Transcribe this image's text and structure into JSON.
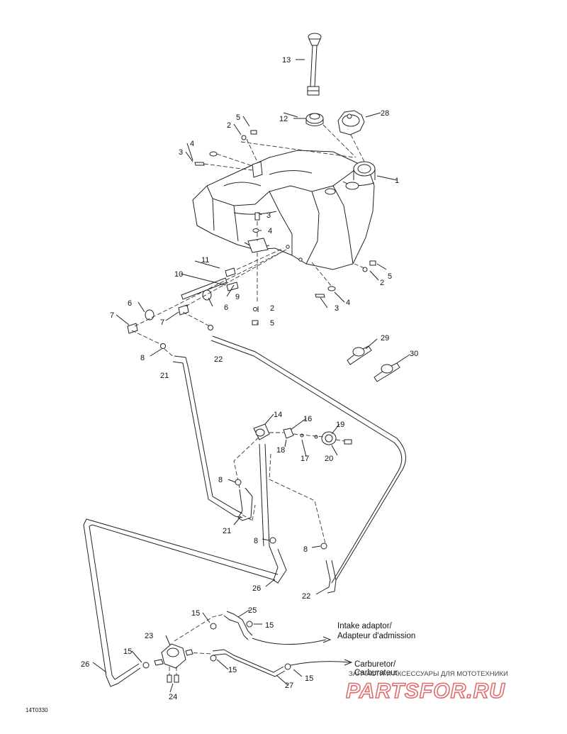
{
  "callouts": {
    "c1": "1",
    "c2a": "2",
    "c2b": "2",
    "c2c": "2",
    "c3a": "3",
    "c3b": "3",
    "c3c": "3",
    "c4a": "4",
    "c4b": "4",
    "c4c": "4",
    "c5a": "5",
    "c5b": "5",
    "c5c": "5",
    "c6a": "6",
    "c6b": "6",
    "c7a": "7",
    "c7b": "7",
    "c8a": "8",
    "c8b": "8",
    "c8c": "8",
    "c8d": "8",
    "c9": "9",
    "c10": "10",
    "c11": "11",
    "c12": "12",
    "c13": "13",
    "c14": "14",
    "c15a": "15",
    "c15b": "15",
    "c15c": "15",
    "c15d": "15",
    "c15e": "15",
    "c16": "16",
    "c17": "17",
    "c18": "18",
    "c19": "19",
    "c20": "20",
    "c21a": "21",
    "c21b": "21",
    "c22a": "22",
    "c22b": "22",
    "c23": "23",
    "c24": "24",
    "c25": "25",
    "c26a": "26",
    "c26b": "26",
    "c27": "27",
    "c28": "28",
    "c29": "29",
    "c30": "30"
  },
  "destinations": {
    "intake_line1": "Intake adaptor/",
    "intake_line2": "Adapteur d'admission",
    "carb_line1": "Carburetor/",
    "carb_line2": "Carburateur"
  },
  "figure_code": "14T0330",
  "watermark": {
    "tagline": "ЗАПЧАСТИ И АКСЕССУАРЫ ДЛЯ МОТОТЕХНИКИ",
    "brand": "PARTSFOR.RU",
    "brand_color": "#e06c6c"
  }
}
